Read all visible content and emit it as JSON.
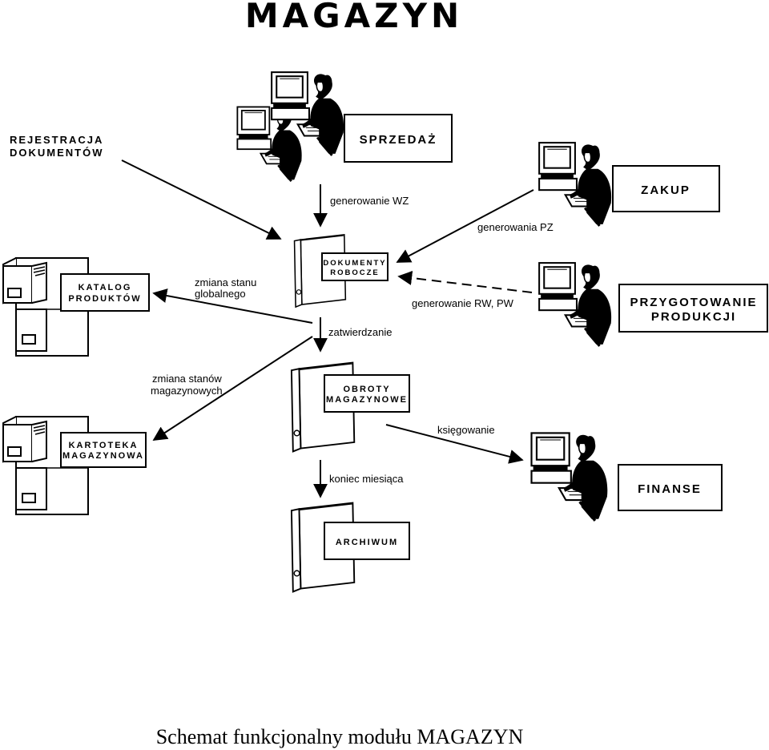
{
  "title": "MAGAZYN",
  "caption": "Schemat funkcjonalny modułu MAGAZYN",
  "nodes": {
    "rejestracja": [
      "REJESTRACJA",
      "DOKUMENTÓW"
    ],
    "sprzedaz": "SPRZEDAŻ",
    "zakup": "ZAKUP",
    "przygotowanie": [
      "PRZYGOTOWANIE",
      "PRODUKCJI"
    ],
    "katalog": [
      "KATALOG",
      "PRODUKTÓW"
    ],
    "dokumenty": [
      "DOKUMENTY",
      "ROBOCZE"
    ],
    "obroty": [
      "OBROTY",
      "MAGAZYNOWE"
    ],
    "kartoteka": [
      "KARTOTEKA",
      "MAGAZYNOWA"
    ],
    "finanse": "FINANSE",
    "archiwum": "ARCHIWUM"
  },
  "edges": {
    "wz": "generowanie WZ",
    "pz": "generowania PZ",
    "stan_globalny": [
      "zmiana stanu",
      "globalnego"
    ],
    "rw_pw": "generowanie RW, PW",
    "zatwierdzanie": "zatwierdzanie",
    "stany_mag": [
      "zmiana stanów",
      "magazynowych"
    ],
    "ksiegowanie": "księgowanie",
    "koniec": "koniec miesiąca"
  },
  "icons": [
    "workstation-pair-icon",
    "workstation-icon",
    "filing-cabinet-icon",
    "binder-icon"
  ]
}
